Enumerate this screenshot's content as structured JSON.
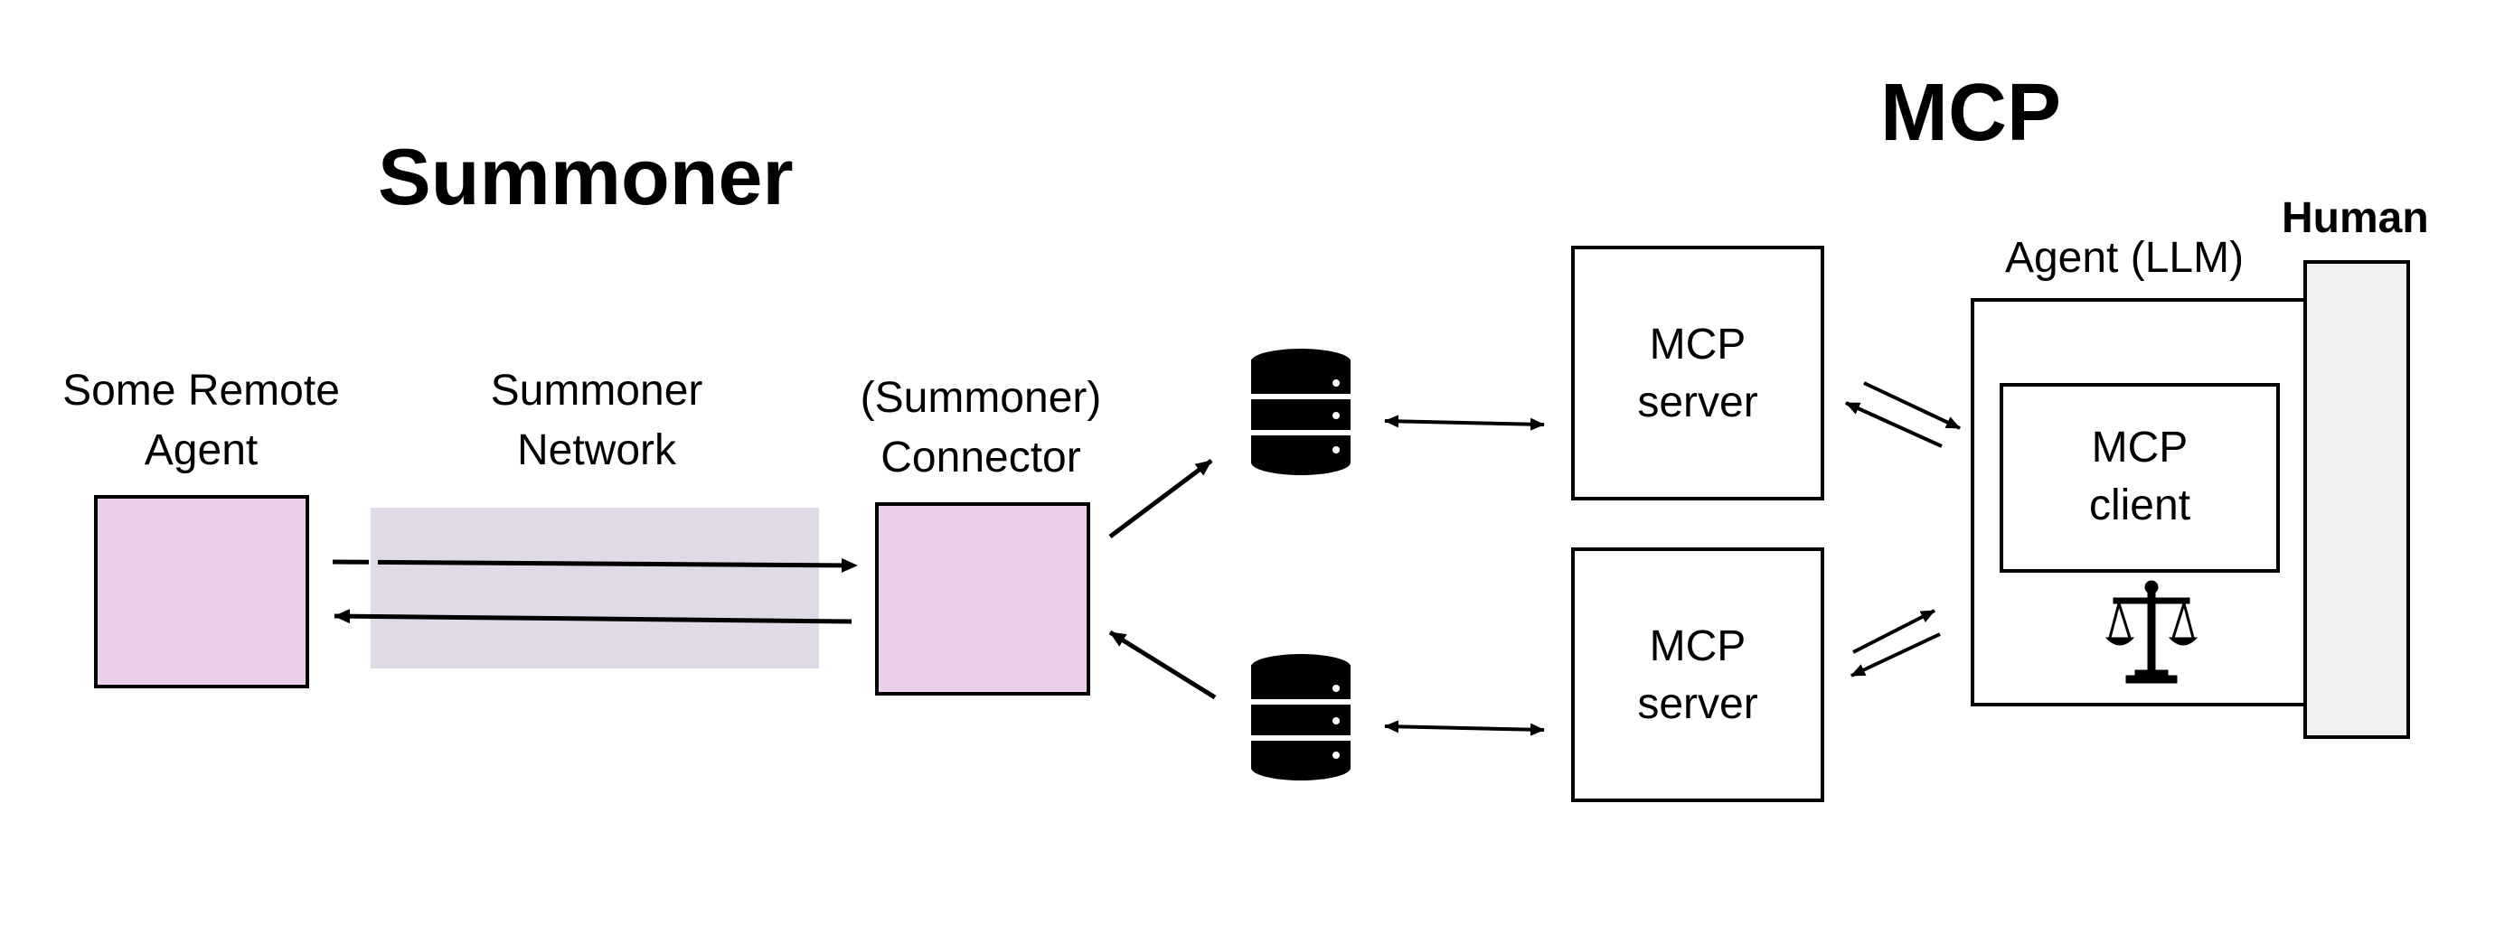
{
  "titles": {
    "summoner": "Summoner",
    "mcp": "MCP",
    "human": "Human"
  },
  "summoner_side": {
    "remote_agent": {
      "line1": "Some Remote",
      "line2": "Agent"
    },
    "network": {
      "line1": "Summoner",
      "line2": "Network"
    },
    "connector": {
      "line1": "(Summoner)",
      "line2": "Connector"
    }
  },
  "mcp_side": {
    "server_top": {
      "line1": "MCP",
      "line2": "server"
    },
    "server_bottom": {
      "line1": "MCP",
      "line2": "server"
    },
    "agent_label": "Agent (LLM)",
    "client": {
      "line1": "MCP",
      "line2": "client"
    }
  },
  "icons": {
    "database_top": "database-icon",
    "database_bottom": "database-icon",
    "scales": "balance-scale-icon"
  },
  "colors": {
    "agent_box_fill": "#ecd0e9",
    "network_band_fill": "#e0d9e8",
    "human_bar_fill": "#f1f1f1",
    "stroke": "#000000"
  }
}
